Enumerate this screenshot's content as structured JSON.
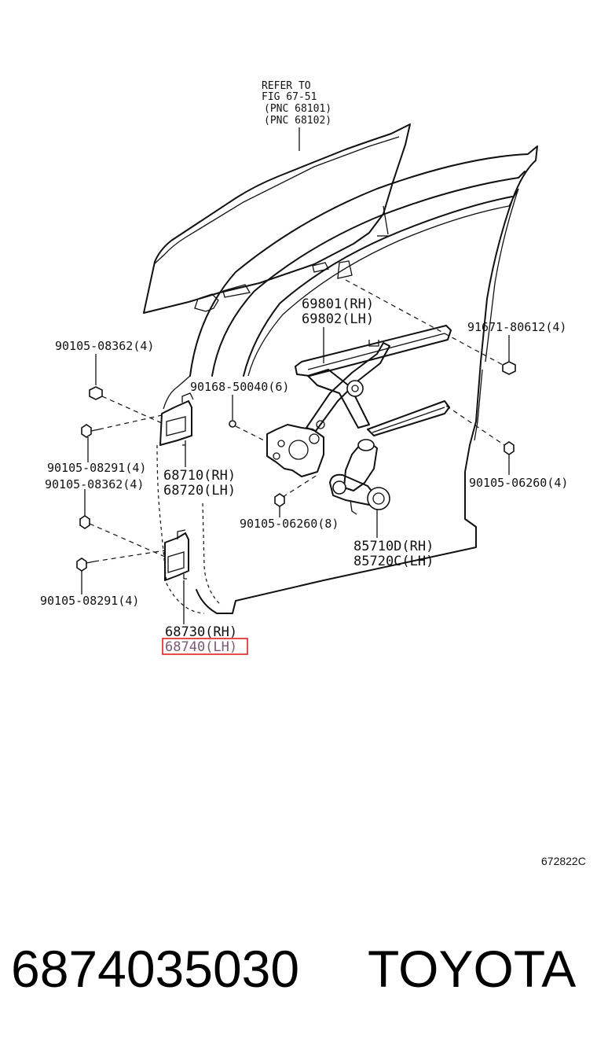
{
  "refer": {
    "line1": "REFER TO",
    "line2": "FIG 67-51",
    "line3": "(PNC 68101)",
    "line4": "(PNC 68102)"
  },
  "labels": {
    "reg_rh": "69801(RH)",
    "reg_lh": "69802(LH)",
    "b91671": "91671-80612(4)",
    "b90105_08362_top": "90105-08362(4)",
    "b90168": "90168-50040(6)",
    "b90105_08291_a": "90105-08291(4)",
    "b90105_08362_b": "90105-08362(4)",
    "hinge_up_rh": "68710(RH)",
    "hinge_up_lh": "68720(LH)",
    "b90105_06260_right": "90105-06260(4)",
    "b90105_06260_mid": "90105-06260(8)",
    "motor_rh": "85710D(RH)",
    "motor_lh": "85720C(LH)",
    "b90105_08291_b": "90105-08291(4)",
    "hinge_low_rh": "68730(RH)",
    "hinge_low_lh": "68740(LH)"
  },
  "highlight_color": "#e02020",
  "figure_code": "672822C",
  "footer": {
    "part_number": "6874035030",
    "brand": "TOYOTA"
  }
}
